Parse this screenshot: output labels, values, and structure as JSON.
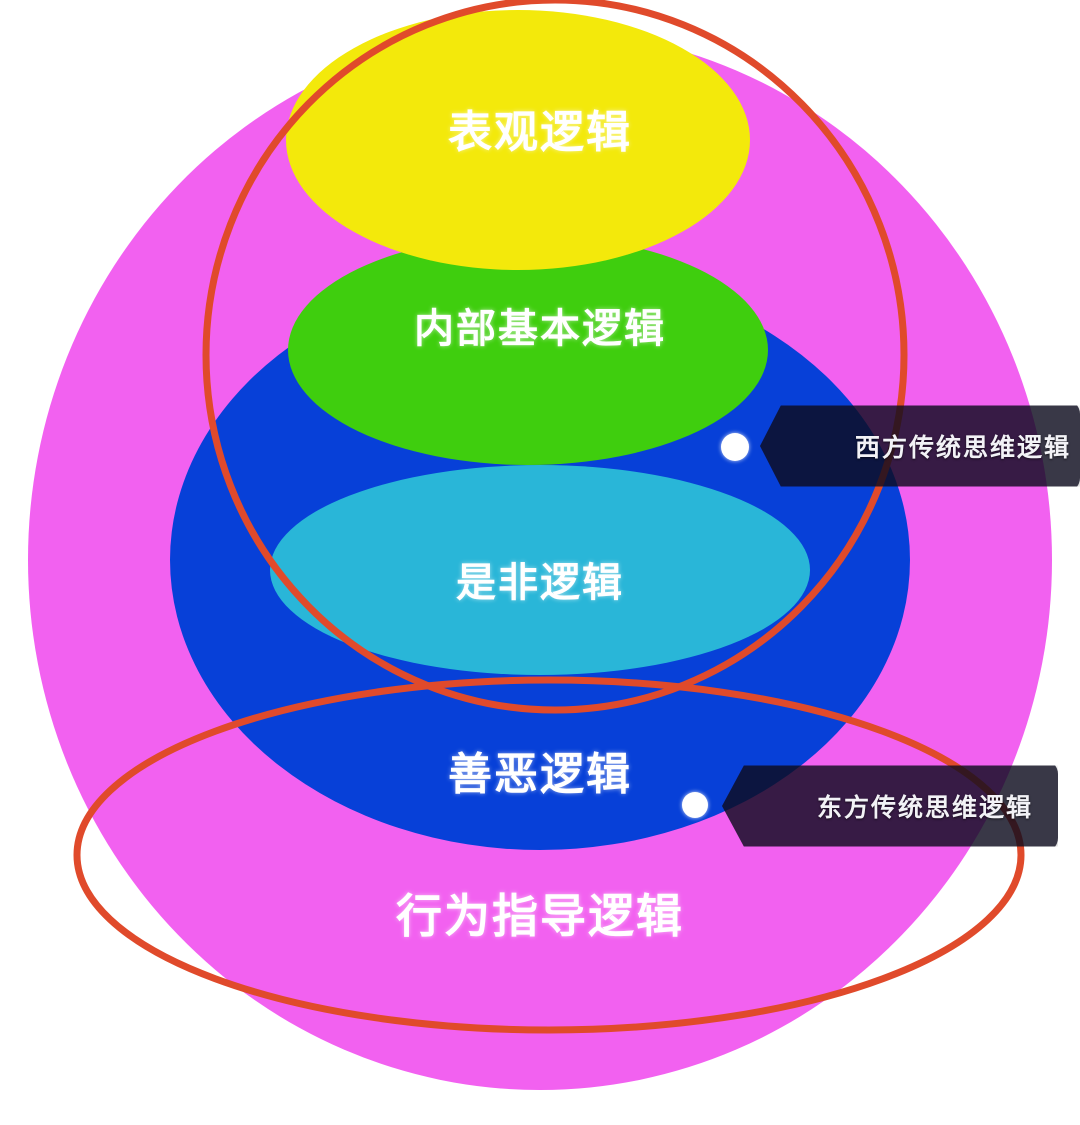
{
  "diagram": {
    "title_text": "",
    "regions": [
      {
        "id": "biaoguan",
        "label": "表观逻辑",
        "color": "#f3e90b",
        "shape": "ellipse"
      },
      {
        "id": "neibu",
        "label": "内部基本逻辑",
        "color": "#3fce0e",
        "shape": "ellipse"
      },
      {
        "id": "shifei",
        "label": "是非逻辑",
        "color": "#29b6d8",
        "shape": "ellipse"
      },
      {
        "id": "shane",
        "label": "善恶逻辑",
        "color": "#0740d8",
        "shape": "ellipse"
      },
      {
        "id": "xingwei",
        "label": "行为指导逻辑",
        "color": "#f261f0",
        "shape": "circle"
      }
    ],
    "outline_circles": [
      {
        "id": "west-outline",
        "color": "#e04a2b",
        "stroke_width": 7
      },
      {
        "id": "east-outline",
        "color": "#e04a2b",
        "stroke_width": 7
      }
    ],
    "callouts": [
      {
        "id": "west",
        "label": "西方传统思维逻辑",
        "background": "#0e0c1e",
        "text_color": "#f2f2f6",
        "marker": "white-dot"
      },
      {
        "id": "east",
        "label": "东方传统思维逻辑",
        "background": "#0e0c1e",
        "text_color": "#f2f2f6",
        "marker": "white-dot"
      }
    ]
  },
  "colors": {
    "background": "#ffffff",
    "yellow": "#f3e90b",
    "green": "#3fce0e",
    "cyan": "#29b6d8",
    "blue": "#0740d8",
    "magenta": "#f261f0",
    "red_outline": "#e04a2b",
    "label_text": "#ffffff"
  }
}
